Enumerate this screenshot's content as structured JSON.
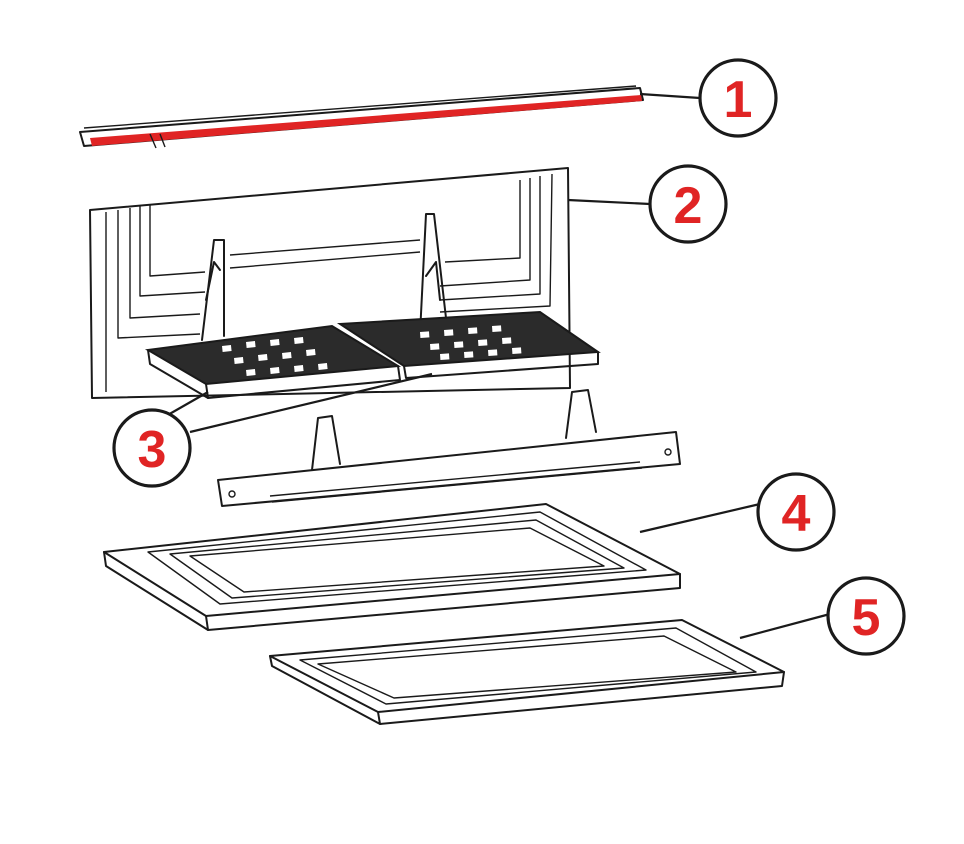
{
  "colors": {
    "callout_text": "#e02424",
    "gasket_red": "#e02424",
    "line": "#1a1a1a",
    "background": "#ffffff"
  },
  "callouts": [
    {
      "id": "1",
      "label": "1"
    },
    {
      "id": "2",
      "label": "2"
    },
    {
      "id": "3",
      "label": "3"
    },
    {
      "id": "4",
      "label": "4"
    },
    {
      "id": "5",
      "label": "5"
    }
  ]
}
